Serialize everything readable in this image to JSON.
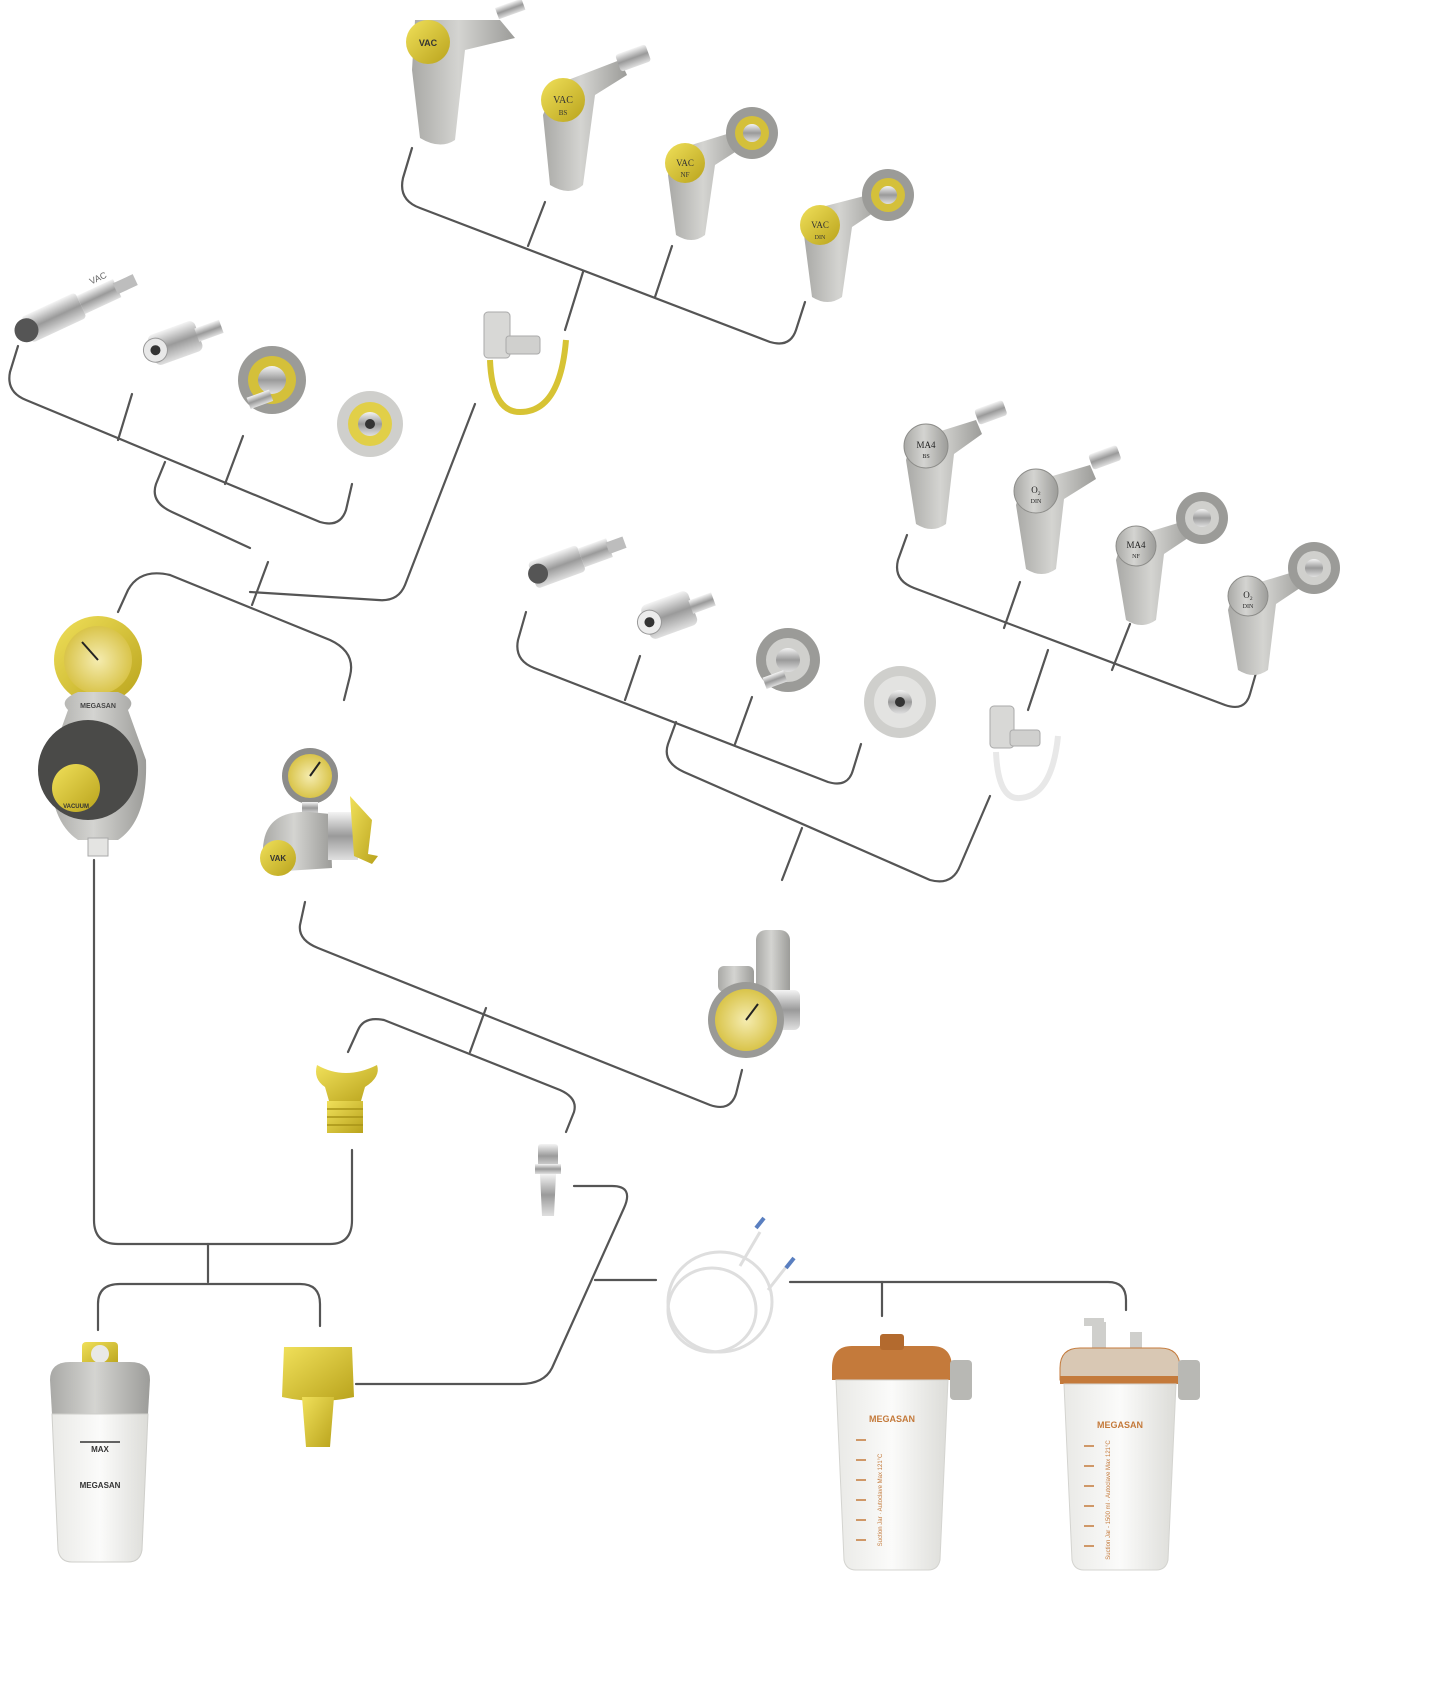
{
  "brand": "MEGASAN",
  "colors": {
    "line": "#555555",
    "yellow": "#e6d23a",
    "yellow_dark": "#b8a21a",
    "grey_body": "#c9c9c6",
    "grey_dark": "#9a9a97",
    "chrome": "#d8d8d8",
    "chrome_dark": "#8d8d8d",
    "orange": "#c47a3b",
    "jar_clear": "#f2f2ef"
  },
  "vac_probes": [
    {
      "code": "VAC",
      "std": ""
    },
    {
      "code": "VAC",
      "std": "BS"
    },
    {
      "code": "VAC",
      "std": "NF"
    },
    {
      "code": "VAC",
      "std": "DIN"
    }
  ],
  "air_probes": [
    {
      "code": "MA4",
      "std": "BS"
    },
    {
      "code": "O₂",
      "std": "DIN"
    },
    {
      "code": "MA4",
      "std": "NF"
    },
    {
      "code": "O₂",
      "std": "DIN"
    }
  ],
  "vac_socket_label": "VAC",
  "vacuum_knob_label": "VACUUM",
  "side_regulator_label": "VAK",
  "trap_bottle": {
    "max_label": "MAX",
    "brand": "MEGASAN"
  },
  "jar_left": {
    "brand": "MEGASAN",
    "side_text": "Suction Jar · Autoclave Max 121°C"
  },
  "jar_right": {
    "brand": "MEGASAN",
    "side_text": "Suction Jar - 1500 ml · Autoclave Max 121°C"
  }
}
